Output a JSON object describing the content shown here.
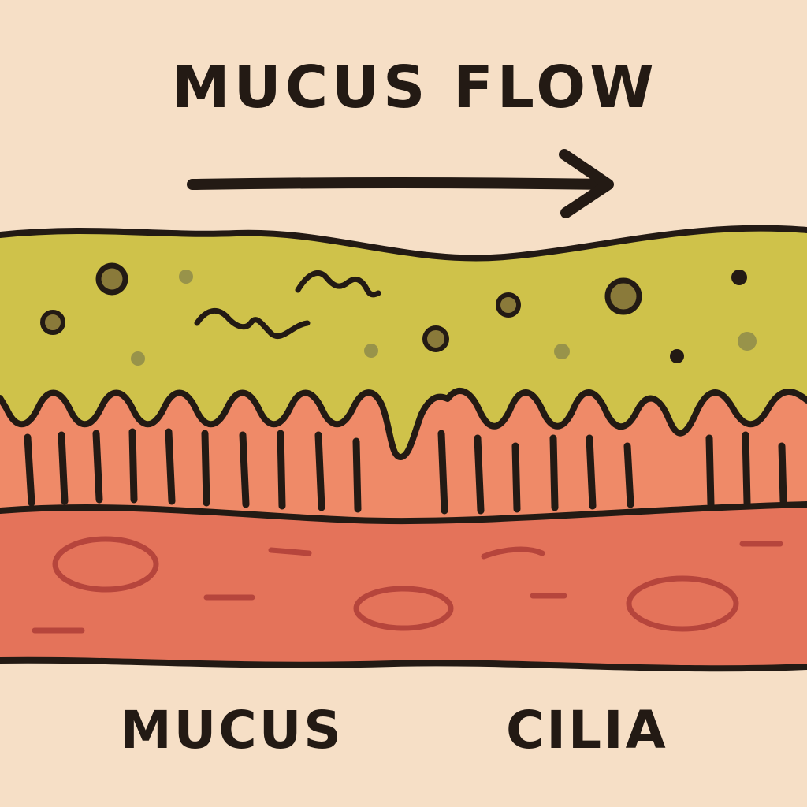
{
  "title": "MUCUS FLOW",
  "labels": {
    "mucus": "MUCUS",
    "cilia": "CILIA"
  },
  "colors": {
    "background": "#f6dfc6",
    "mucus_layer": "#cfc24a",
    "cilia_layer": "#ef8a68",
    "tissue_layer": "#e4735a",
    "outline": "#231a14",
    "cell": "#b6453c"
  },
  "icons": {
    "flow_arrow": "arrow-right-icon"
  }
}
